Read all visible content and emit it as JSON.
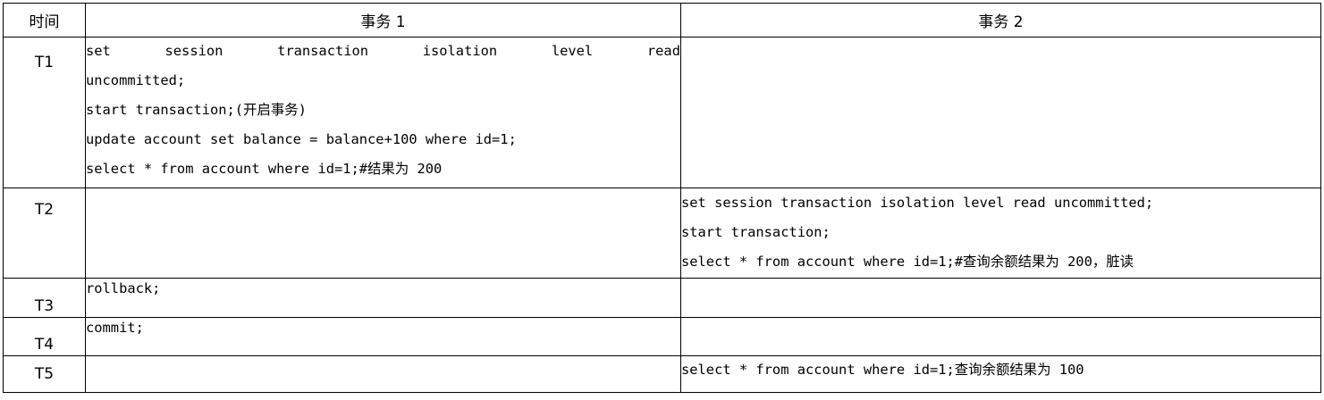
{
  "header": {
    "time": "时间",
    "tx1": "事务 1",
    "tx2": "事务 2"
  },
  "rows": [
    {
      "time": "T1",
      "tx1": [
        "set session transaction isolation level read",
        "uncommitted;",
        "start transaction;(开启事务)",
        "update account set balance = balance+100 where id=1;",
        "select * from account where id=1;#结果为 200"
      ],
      "tx2": []
    },
    {
      "time": "T2",
      "tx1": [],
      "tx2": [
        "set session transaction isolation level read uncommitted;",
        "start transaction;",
        "select * from account where id=1;#查询余额结果为 200，脏读"
      ]
    },
    {
      "time": "T3",
      "tx1": [
        "rollback;"
      ],
      "tx2": []
    },
    {
      "time": "T4",
      "tx1": [
        "commit;"
      ],
      "tx2": []
    },
    {
      "time": "T5",
      "tx1": [],
      "tx2": [
        "select * from account where id=1;查询余额结果为 100"
      ]
    }
  ],
  "t1_first_line_words": [
    "set",
    "session",
    "transaction",
    "isolation",
    "level",
    "read"
  ]
}
